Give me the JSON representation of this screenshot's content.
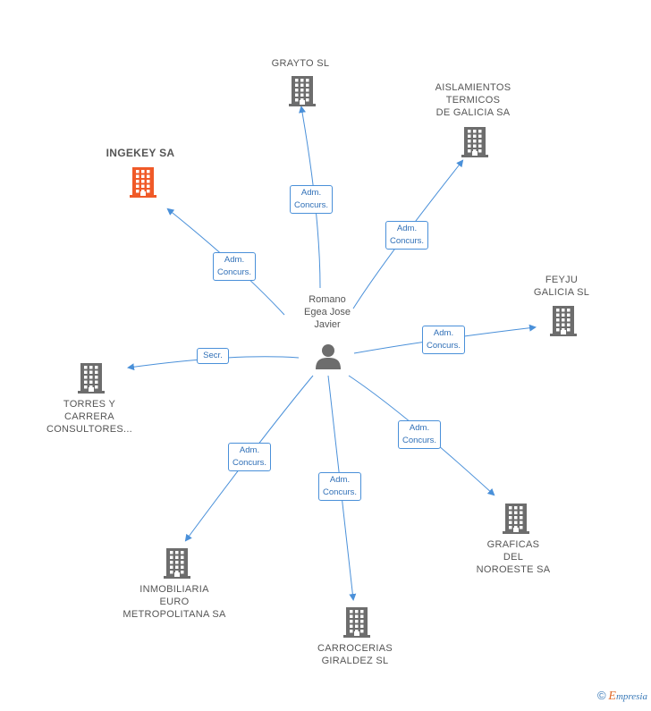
{
  "center": {
    "name_lines": [
      "Romano",
      "Egea Jose",
      "Javier"
    ]
  },
  "colors": {
    "edge": "#4a90d9",
    "building": "#6d6d6d",
    "highlight": "#f05a28"
  },
  "nodes": [
    {
      "id": "grayto",
      "lines": [
        "GRAYTO SL"
      ],
      "highlight": false
    },
    {
      "id": "aislamientos",
      "lines": [
        "AISLAMIENTOS",
        "TERMICOS",
        "DE GALICIA SA"
      ],
      "highlight": false
    },
    {
      "id": "ingekey",
      "lines": [
        "INGEKEY SA"
      ],
      "highlight": true
    },
    {
      "id": "feyju",
      "lines": [
        "FEYJU",
        "GALICIA SL"
      ],
      "highlight": false
    },
    {
      "id": "torres",
      "lines": [
        "TORRES Y",
        "CARRERA",
        "CONSULTORES..."
      ],
      "highlight": false
    },
    {
      "id": "graficas",
      "lines": [
        "GRAFICAS",
        "DEL",
        "NOROESTE SA"
      ],
      "highlight": false
    },
    {
      "id": "inmobiliaria",
      "lines": [
        "INMOBILIARIA",
        "EURO",
        "METROPOLITANA SA"
      ],
      "highlight": false
    },
    {
      "id": "carrocerias",
      "lines": [
        "CARROCERIAS",
        "GIRALDEZ SL"
      ],
      "highlight": false
    }
  ],
  "edges": [
    {
      "to": "grayto",
      "label": [
        "Adm.",
        "Concurs."
      ]
    },
    {
      "to": "aislamientos",
      "label": [
        "Adm.",
        "Concurs."
      ]
    },
    {
      "to": "ingekey",
      "label": [
        "Adm.",
        "Concurs."
      ]
    },
    {
      "to": "feyju",
      "label": [
        "Adm.",
        "Concurs."
      ]
    },
    {
      "to": "torres",
      "label": [
        "Secr."
      ]
    },
    {
      "to": "graficas",
      "label": [
        "Adm.",
        "Concurs."
      ]
    },
    {
      "to": "inmobiliaria",
      "label": [
        "Adm.",
        "Concurs."
      ]
    },
    {
      "to": "carrocerias",
      "label": [
        "Adm.",
        "Concurs."
      ]
    }
  ],
  "footer": {
    "copyright": "©",
    "brand_first": "E",
    "brand_rest": "mpresia"
  }
}
